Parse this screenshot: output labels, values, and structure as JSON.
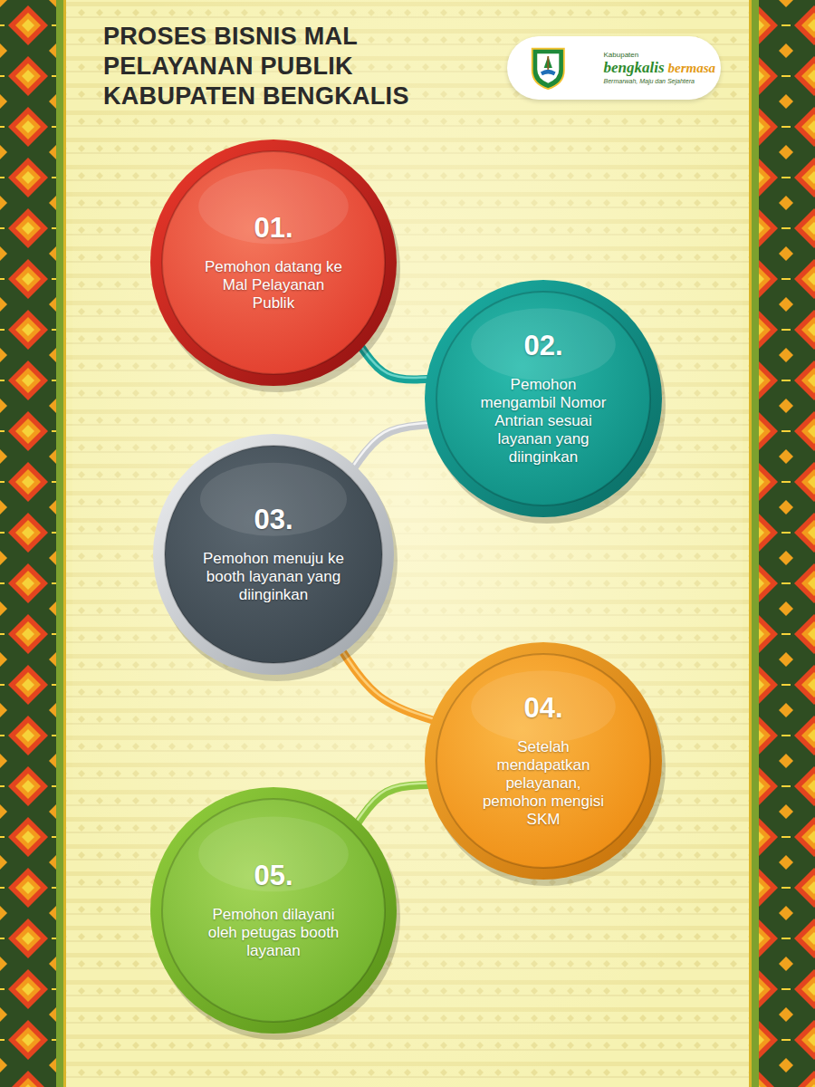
{
  "diagram": {
    "title": "PROSES BISNIS MAL PELAYANAN PUBLIK KABUPATEN BENGKALIS",
    "nodes": [
      {
        "text": [
          "01.",
          "Pemohon datang ke Mal Pelayanan Publik"
        ]
      },
      {
        "text": [
          "02.",
          "Pemohon mengambil Nomor Antrian sesuai layanan yang diinginkan"
        ]
      },
      {
        "text": [
          "03.",
          "Pemohon menuju ke booth layanan yang diinginkan"
        ]
      },
      {
        "text": [
          "04.",
          "Setelah mendapatkan pelayanan, pemohon mengisi SKM"
        ]
      },
      {
        "text": [
          "05.",
          "Pemohon dilayani oleh petugas booth layanan"
        ]
      }
    ],
    "edges": [
      {
        "from": 0,
        "to": 1,
        "arrow": "none"
      },
      {
        "from": 1,
        "to": 2,
        "arrow": "none"
      },
      {
        "from": 2,
        "to": 3,
        "arrow": "none"
      },
      {
        "from": 3,
        "to": 4,
        "arrow": "none"
      }
    ],
    "labels": [
      "Kabupaten",
      "bengkalis",
      "bermasa",
      "Bermarwah, Maju dan Sejahtera"
    ]
  }
}
